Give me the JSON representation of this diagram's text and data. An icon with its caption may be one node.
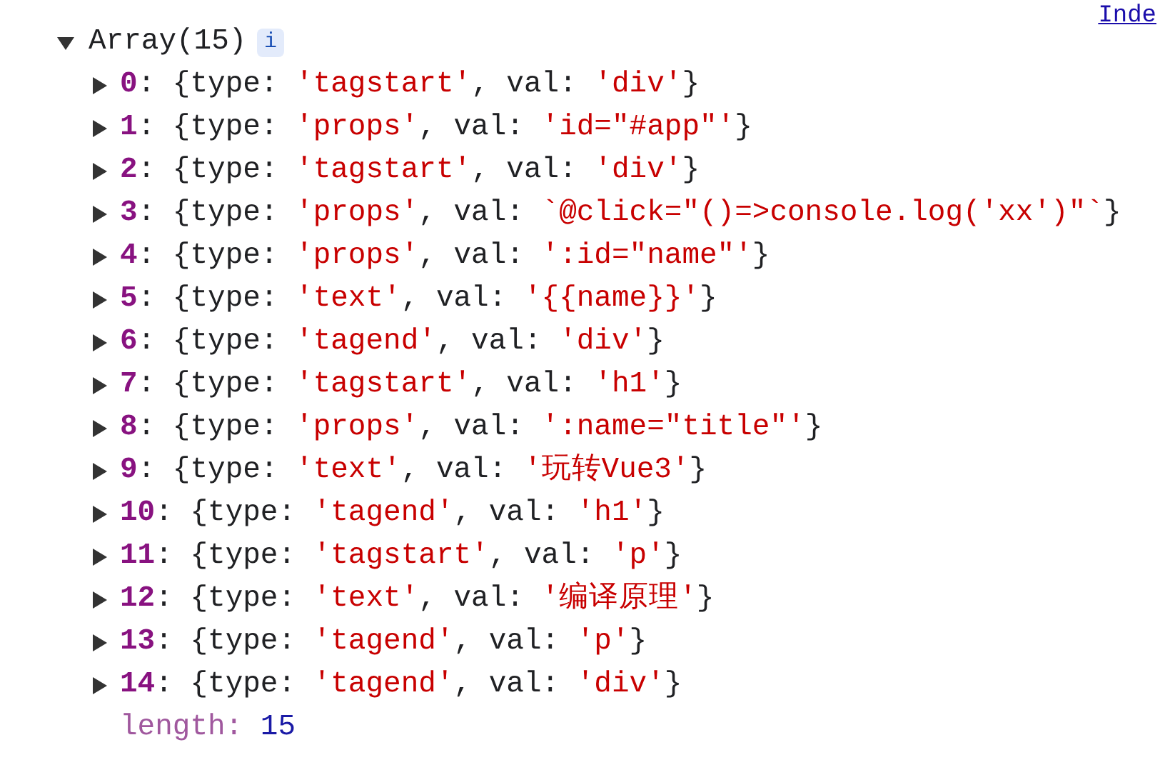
{
  "diagram": {
    "labels": [
      "Inde",
      "Array(15)",
      "i",
      "0: {type: 'tagstart', val: 'div'}",
      "1: {type: 'props', val: 'id=\"#app\"'}",
      "2: {type: 'tagstart', val: 'div'}",
      "3: {type: 'props', val: `@click=\"()=>console.log('xx')\"`}",
      "4: {type: 'props', val: ':id=\"name\"'}",
      "5: {type: 'text', val: '{{name}}'}",
      "6: {type: 'tagend', val: 'div'}",
      "7: {type: 'tagstart', val: 'h1'}",
      "8: {type: 'props', val: ':name=\"title\"'}",
      "9: {type: 'text', val: '玩转Vue3'}",
      "10: {type: 'tagend', val: 'h1'}",
      "11: {type: 'tagstart', val: 'p'}",
      "12: {type: 'text', val: '编译原理'}",
      "13: {type: 'tagend', val: 'p'}",
      "14: {type: 'tagend', val: 'div'}",
      "length: 15"
    ]
  }
}
